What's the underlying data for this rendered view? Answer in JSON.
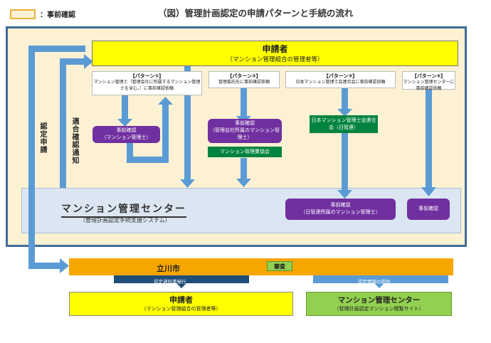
{
  "legend": {
    "label": "：事前確認"
  },
  "title": "（図）管理計画認定の申請パターンと手続の流れ",
  "applicant_top": {
    "title": "申請者",
    "subtitle": "（マンション管理組合の管理者等）"
  },
  "side_labels": {
    "application": "認定申請",
    "notice": "適合確認通知"
  },
  "patterns": [
    {
      "heading": "【パターン①】",
      "text": "マンション管理士（管理会社に所属するマンション管理士を含む。）に事前確認依頼"
    },
    {
      "heading": "【パターン②】",
      "text": "管理委託先に事前確認依頼"
    },
    {
      "heading": "【パターン③】",
      "text": "日本マンション管理士会連合会に事前確認依頼"
    },
    {
      "heading": "【パターン④】",
      "text": "マンション管理センターに事前確認依頼"
    }
  ],
  "boxes": {
    "p1_check": {
      "title": "事前確認",
      "sub": "（マンション管理士）"
    },
    "p2_check": {
      "title": "事前確認",
      "sub": "（管理会社所属のマンション管理士）"
    },
    "p2_assoc": "マンション管理業協会",
    "p3_assoc": {
      "title": "日本マンション管理士会連合会（日管連）"
    },
    "p3_check": {
      "title": "事前確認",
      "sub": "（日管連所属のマンション管理士）"
    },
    "p4_check": "事前確認"
  },
  "center": {
    "title": "マンション管理センター",
    "subtitle": "（管理計画認定手続支援システム）"
  },
  "city": {
    "name": "立川市",
    "review": "審査"
  },
  "flows": {
    "notice_issue": "認定通知書発行",
    "info_provide": "認定情報の提供"
  },
  "applicant_bottom": {
    "title": "申請者",
    "subtitle": "（マンション管理組合の管理者等）"
  },
  "center_bottom": {
    "title": "マンション管理センター",
    "subtitle": "（管理計画認定マンション閲覧サイト）"
  },
  "colors": {
    "frame": "#3f6c9a",
    "arrow": "#5b9bd5",
    "yellow": "#ffff00",
    "purple": "#7030a0",
    "green": "#00833e",
    "orange": "#f7a600",
    "lightgreen": "#92d050"
  }
}
